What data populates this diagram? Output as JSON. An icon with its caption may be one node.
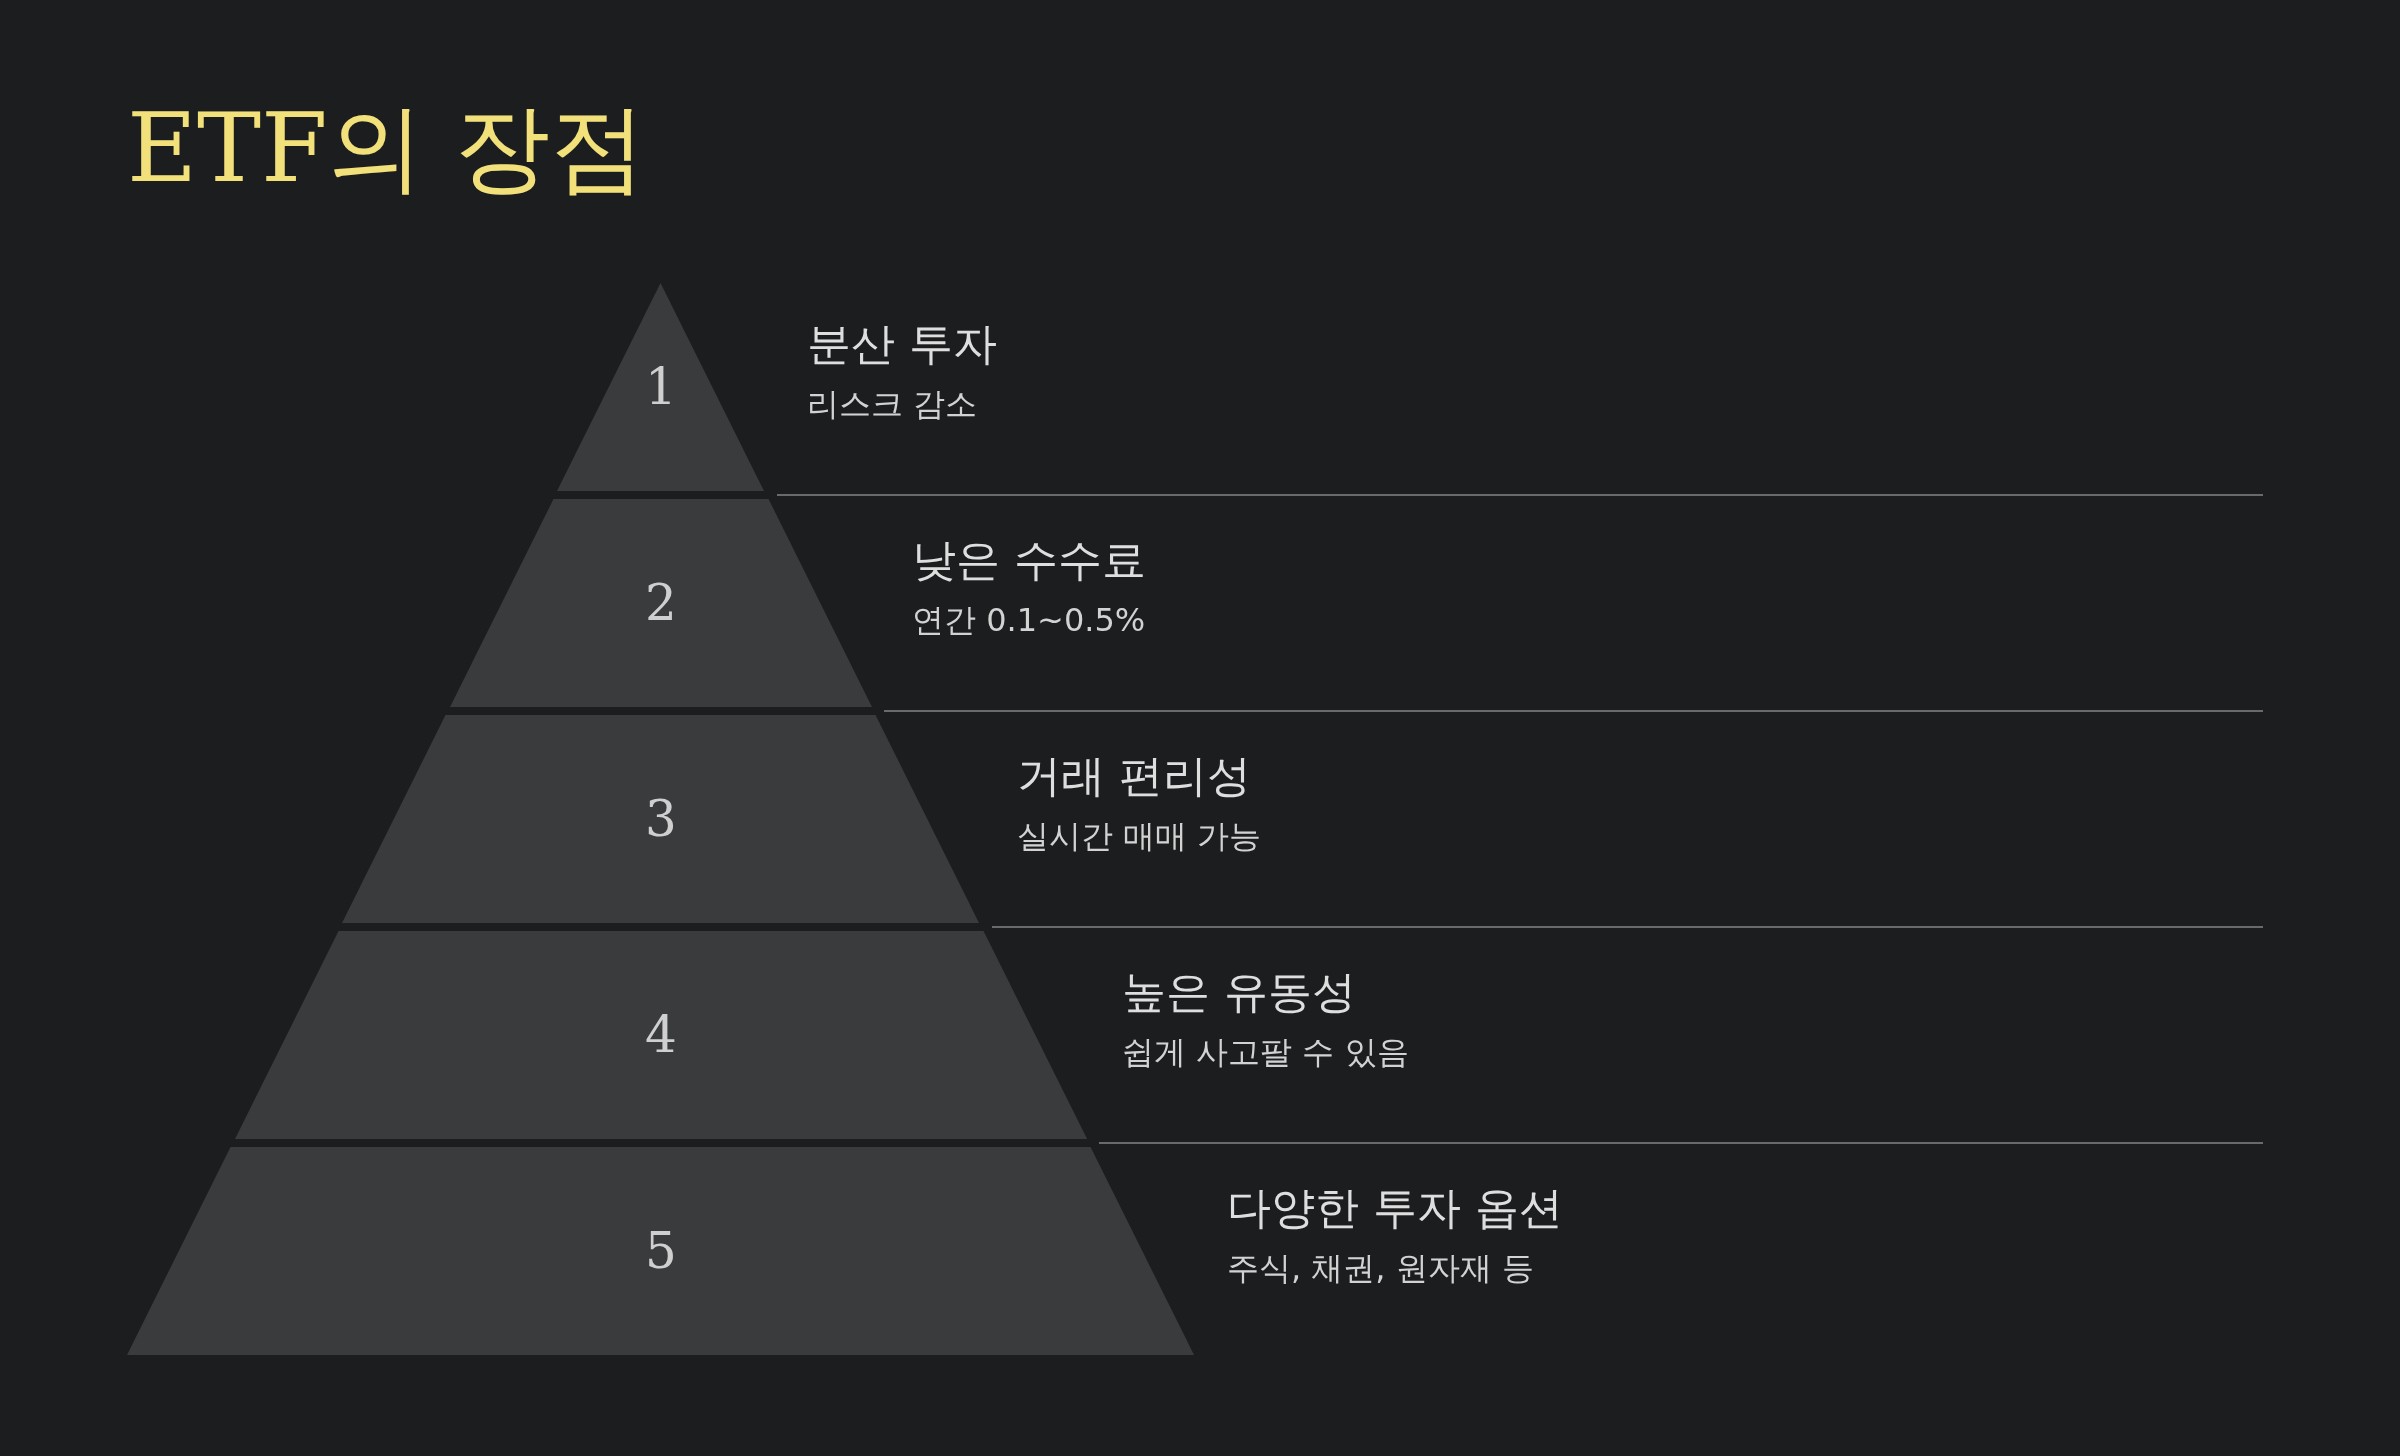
{
  "diagram": {
    "title": "ETF의 장점",
    "nodes": [
      {
        "text": [
          "1"
        ],
        "beside": [
          "분산 투자",
          "리스크 감소"
        ]
      },
      {
        "text": [
          "2"
        ],
        "beside": [
          "낮은 수수료",
          "연간 0.1~0.5%"
        ]
      },
      {
        "text": [
          "3"
        ],
        "beside": [
          "거래 편리성",
          "실시간 매매 가능"
        ]
      },
      {
        "text": [
          "4"
        ],
        "beside": [
          "높은 유동성",
          "쉽게 사고팔 수 있음"
        ]
      },
      {
        "text": [
          "5"
        ],
        "beside": [
          "다양한 투자 옵션",
          "주식, 채권, 원자재 등"
        ]
      }
    ]
  }
}
